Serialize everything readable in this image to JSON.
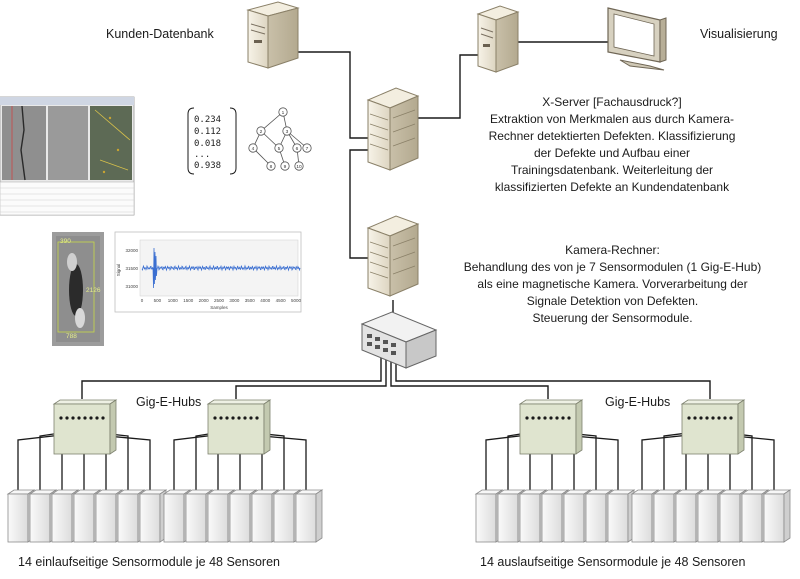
{
  "labels": {
    "customer_db": "Kunden-Datenbank",
    "visualization": "Visualisierung",
    "hubs_left": "Gig-E-Hubs",
    "hubs_right": "Gig-E-Hubs",
    "modules_left": "14 einlaufseitige Sensormodule je 48 Sensoren",
    "modules_right": "14 auslaufseitige Sensormodule je 48 Sensoren"
  },
  "xserver": {
    "lines": [
      "X-Server [Fachausdruck?]",
      "Extraktion von Merkmalen aus durch Kamera-",
      "Rechner detektierten Defekten. Klassifizierung",
      "der Defekte und Aufbau einer",
      "Trainingsdatenbank. Weiterleitung der",
      "klassifizierten Defekte an Kundendatenbank"
    ]
  },
  "camera": {
    "lines": [
      "Kamera-Rechner:",
      "Behandlung des von je 7 Sensormodulen (1 Gig-E-Hub)",
      "als eine magnetische Kamera. Vorverarbeitung der",
      "Signale Detektion von Defekten.",
      "Steuerung der Sensormodule."
    ]
  },
  "vector": {
    "values": [
      "0.234",
      "0.112",
      "0.018",
      "...",
      "0.938"
    ]
  },
  "tree": {
    "nodes": [
      "1",
      "2",
      "3",
      "4",
      "5",
      "6",
      "7",
      "8",
      "9",
      "10"
    ]
  },
  "defect_image": {
    "labels": [
      "390",
      "2126",
      "788"
    ]
  },
  "signal_chart": {
    "y_ticks": [
      "32000",
      "31500",
      "31000"
    ],
    "x_ticks": [
      "0",
      "500",
      "1000",
      "1500",
      "2000",
      "2500",
      "3000",
      "3500",
      "4000",
      "4500",
      "5000"
    ],
    "xlabel": "Samples",
    "ylabel": "Signal"
  },
  "colors": {
    "line": "#1a1a1a",
    "hub_fill": "#dfe4cf",
    "module_fill": "#f2f2f2",
    "server_fill": "#ece6d6",
    "signal": "#3b6fd1"
  }
}
